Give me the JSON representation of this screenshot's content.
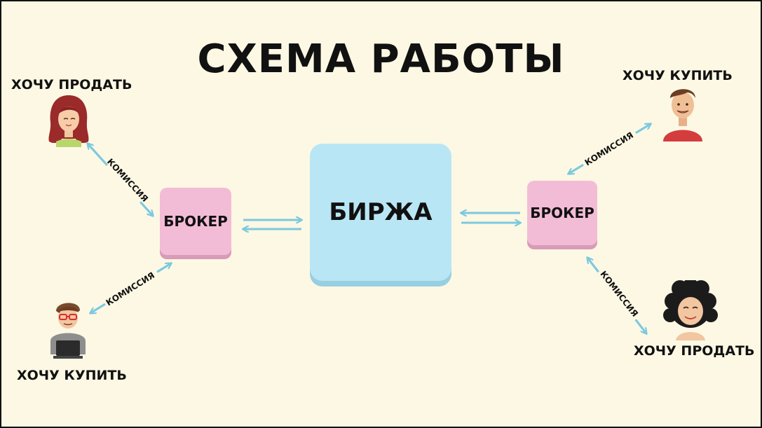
{
  "title": "СХЕМА РАБОТЫ",
  "exchange_label": "БИРЖА",
  "broker_label": "БРОКЕР",
  "commission_label": "КОМИССИЯ",
  "left_top_caption": "ХОЧУ ПРОДАТЬ",
  "left_bottom_caption": "ХОЧУ КУПИТЬ",
  "right_top_caption": "ХОЧУ КУПИТЬ",
  "right_bottom_caption": "ХОЧУ ПРОДАТЬ",
  "colors": {
    "background": "#fdf8e4",
    "broker": "#f3bcd6",
    "exchange": "#b9e6f4",
    "arrow": "#7cc9df"
  }
}
